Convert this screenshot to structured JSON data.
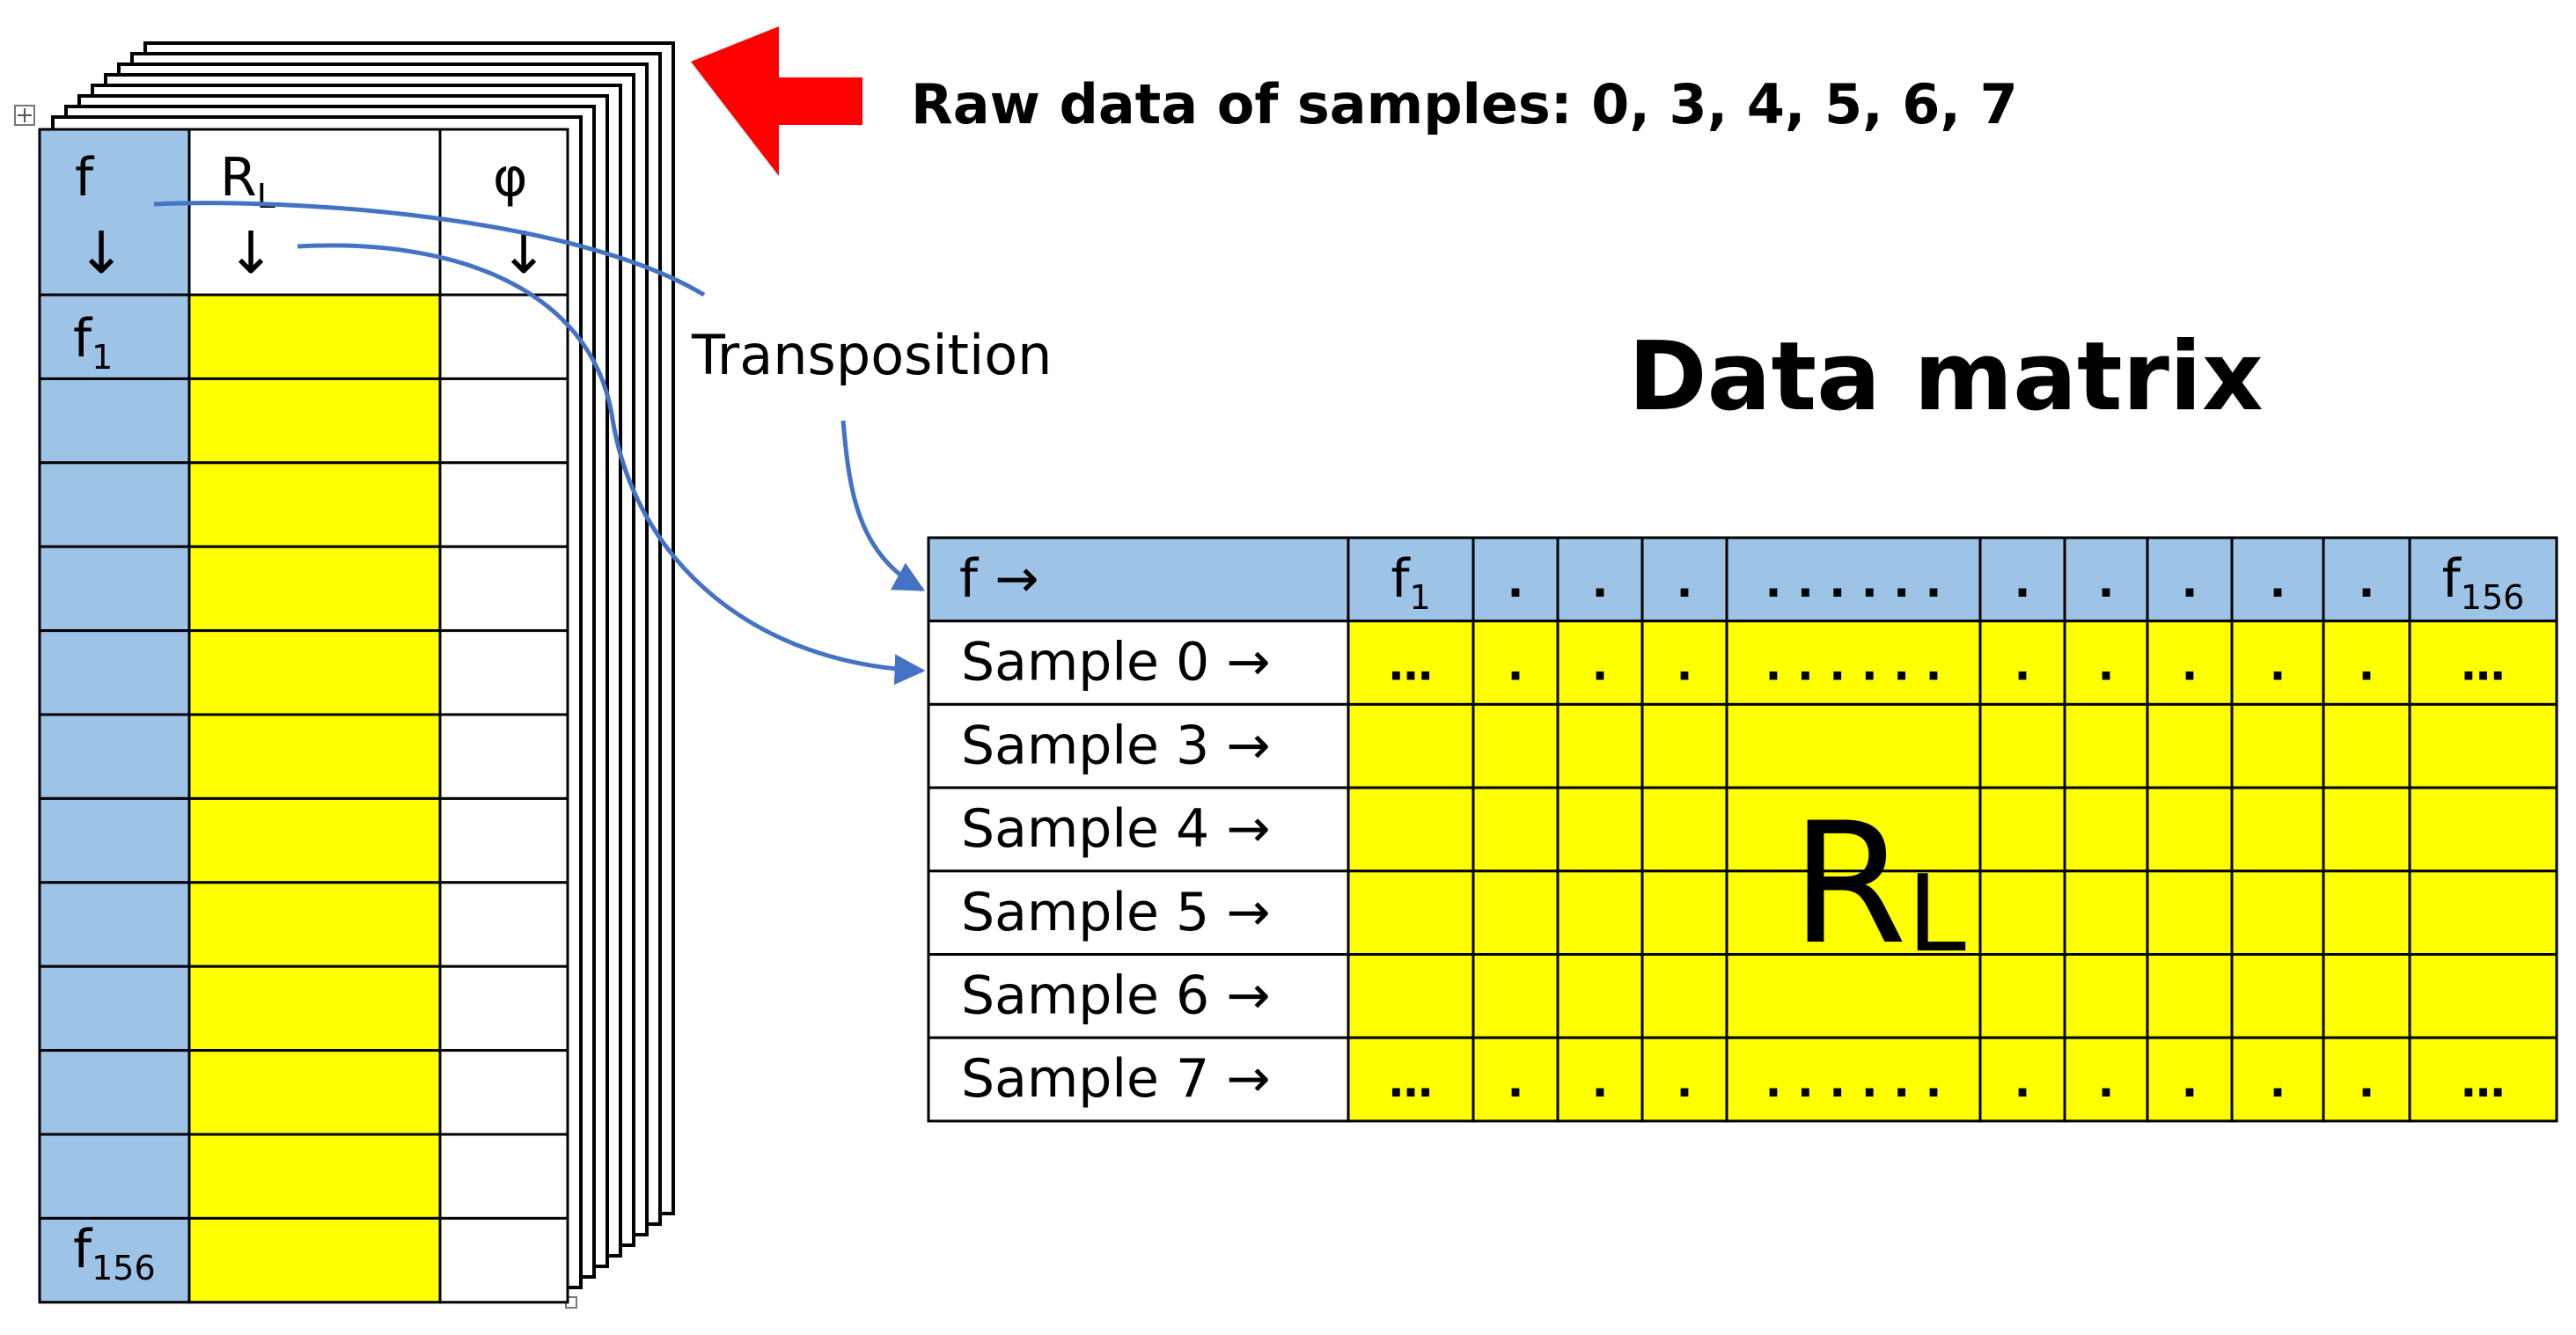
{
  "raw_data_label": "Raw data of samples: 0, 3, 4, 5, 6, 7",
  "transposition_label": "Transposition",
  "title": "Data matrix",
  "left_table": {
    "headers": [
      {
        "main": "f",
        "sub": "",
        "arrow": "↓"
      },
      {
        "main": "R",
        "sub": "L",
        "arrow": "↓"
      },
      {
        "main": "φ",
        "sub": "",
        "arrow": "↓"
      }
    ],
    "first_row": {
      "main": "f",
      "sub": "1"
    },
    "last_row": {
      "main": "f",
      "sub": "156"
    },
    "row_count": 12
  },
  "right_table": {
    "corner_label": "f →",
    "header_cells": [
      {
        "main": "f",
        "sub": "1"
      },
      {
        "main": ".",
        "sub": ""
      },
      {
        "main": ".",
        "sub": ""
      },
      {
        "main": ".",
        "sub": ""
      },
      {
        "main": ". . . . . .",
        "sub": ""
      },
      {
        "main": ".",
        "sub": ""
      },
      {
        "main": ".",
        "sub": ""
      },
      {
        "main": ".",
        "sub": ""
      },
      {
        "main": ".",
        "sub": ""
      },
      {
        "main": ".",
        "sub": ""
      },
      {
        "main": "f",
        "sub": "156"
      }
    ],
    "rows": [
      {
        "label": "Sample 0 →",
        "cells": [
          "…",
          ".",
          ".",
          ".",
          ". . . . . .",
          ".",
          ".",
          ".",
          ".",
          ".",
          "…"
        ]
      },
      {
        "label": "Sample 3 →",
        "cells": [
          "",
          "",
          "",
          "",
          "",
          "",
          "",
          "",
          "",
          "",
          ""
        ]
      },
      {
        "label": "Sample 4 →",
        "cells": [
          "",
          "",
          "",
          "",
          "",
          "",
          "",
          "",
          "",
          "",
          ""
        ]
      },
      {
        "label": "Sample 5 →",
        "cells": [
          "",
          "",
          "",
          "",
          "",
          "",
          "",
          "",
          "",
          "",
          ""
        ]
      },
      {
        "label": "Sample 6 →",
        "cells": [
          "",
          "",
          "",
          "",
          "",
          "",
          "",
          "",
          "",
          "",
          ""
        ]
      },
      {
        "label": "Sample 7 →",
        "cells": [
          "…",
          ".",
          ".",
          ".",
          ". . . . . .",
          ".",
          ".",
          ".",
          ".",
          ".",
          "…"
        ]
      }
    ],
    "center_label": {
      "main": "R",
      "sub": "L"
    }
  },
  "colors": {
    "blue_cell": "#9dc3e6",
    "yellow_cell": "#ffff00",
    "connector": "#4472c4",
    "big_arrow": "#ff0000",
    "border": "#000000"
  }
}
